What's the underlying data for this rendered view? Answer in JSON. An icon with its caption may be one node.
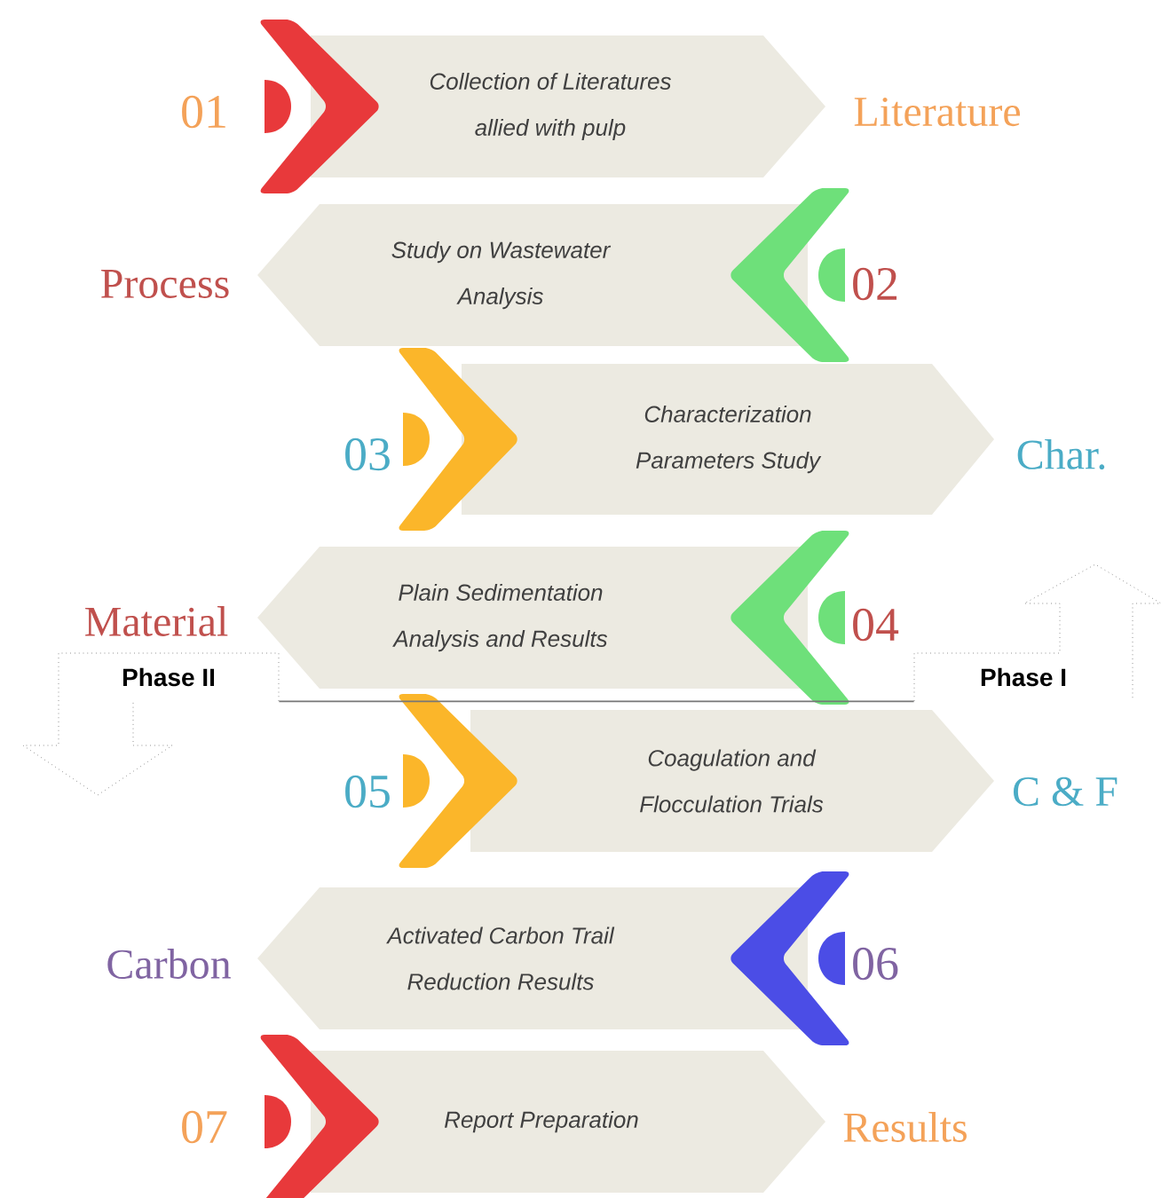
{
  "diagram": {
    "nodes": [
      {
        "text": [
          "Collection of Literatures allied with pulp"
        ],
        "beside": [
          "01",
          "Literature"
        ]
      },
      {
        "text": [
          "Study on Wastewater Analysis"
        ],
        "beside": [
          "02",
          "Process"
        ]
      },
      {
        "text": [
          "Characterization Parameters Study"
        ],
        "beside": [
          "03",
          "Char."
        ]
      },
      {
        "text": [
          "Plain Sedimentation Analysis and Results"
        ],
        "beside": [
          "Material"
        ]
      },
      {
        "text": [
          "Coagulation and Flocculation Trials"
        ],
        "beside": [
          "05",
          "C & F"
        ]
      },
      {
        "text": [
          "Activated Carbon Trail Reduction Results"
        ],
        "beside": [
          "06",
          "Carbon"
        ]
      },
      {
        "text": [
          "Report Preparation"
        ],
        "beside": [
          "07",
          "Results"
        ]
      },
      {
        "text": [
          "Phase II"
        ]
      },
      {
        "text": [
          "Phase I"
        ]
      }
    ],
    "edges": [
      {
        "from": 7,
        "to": 8,
        "arrow": "none"
      }
    ],
    "labels": [
      "04"
    ]
  }
}
